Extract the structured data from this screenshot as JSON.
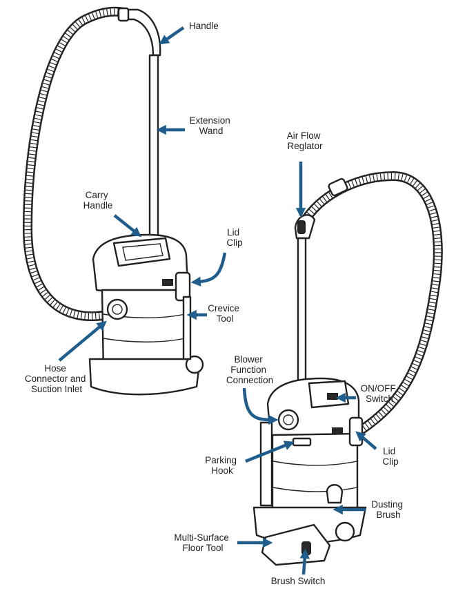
{
  "colors": {
    "arrow": "#1f5e8c",
    "ink": "#222222",
    "background": "#ffffff"
  },
  "labels": {
    "handle": [
      "Handle"
    ],
    "extension_wand": [
      "Extension",
      "Wand"
    ],
    "carry_handle": [
      "Carry",
      "Handle"
    ],
    "lid_clip_left": [
      "Lid",
      "Clip"
    ],
    "crevice_tool": [
      "Crevice",
      "Tool"
    ],
    "hose_connector": [
      "Hose",
      "Connector and",
      "Suction Inlet"
    ],
    "air_flow_regulator": [
      "Air Flow",
      "Reglator"
    ],
    "blower_function": [
      "Blower",
      "Function",
      "Connection"
    ],
    "on_off_switch": [
      "ON/OFF",
      "Switch"
    ],
    "lid_clip_right": [
      "Lid",
      "Clip"
    ],
    "parking_hook": [
      "Parking",
      "Hook"
    ],
    "dusting_brush": [
      "Dusting",
      "Brush"
    ],
    "multi_surface_floor_tool": [
      "Multi-Surface",
      "Floor Tool"
    ],
    "brush_switch": [
      "Brush Switch"
    ]
  }
}
